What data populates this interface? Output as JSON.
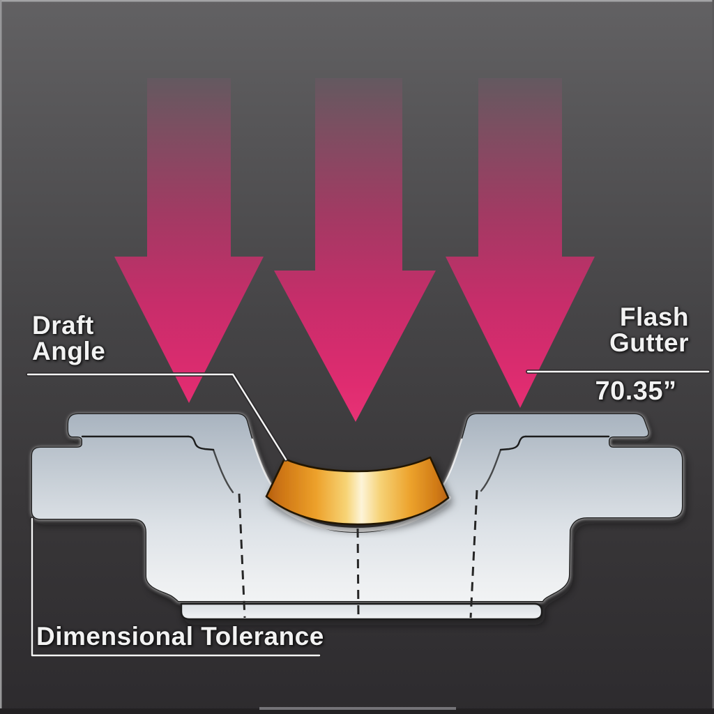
{
  "labels": {
    "draft_angle": {
      "line1": "Draft",
      "line2": "Angle"
    },
    "flash_gutter": {
      "line1": "Flash",
      "line2": "Gutter",
      "value": "70.35”"
    },
    "dimensional_tolerance": "Dimensional Tolerance"
  },
  "colors": {
    "background_top": "#626163",
    "background_bottom": "#2d2b2e",
    "press_arrow_pink": "#e62d70",
    "die_steel_light": "#f5f6f7",
    "die_steel_dark": "#a7b2be",
    "workpiece_gold": "#efa22c",
    "workpiece_gold_highlight": "#fdf4d8",
    "outline_dark": "#1b1b1b",
    "leader_line": "#f7f7f7",
    "label_text": "#f2f2f2"
  },
  "icons": {
    "press_force_arrows": {
      "name": "down-arrow-icon",
      "count": 3
    }
  }
}
